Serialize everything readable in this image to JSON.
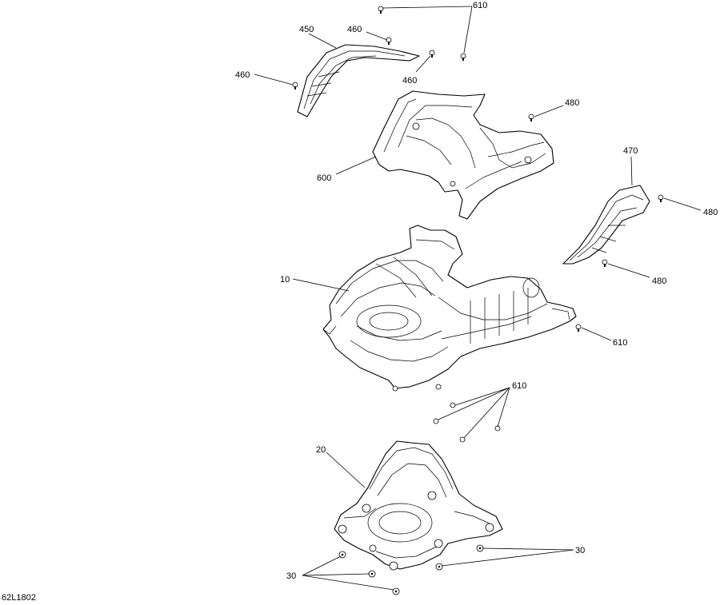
{
  "diagram": {
    "drawing_code": "62L1802",
    "callouts": [
      {
        "id": "c610-top",
        "label": "610"
      },
      {
        "id": "c450",
        "label": "450"
      },
      {
        "id": "c460-a",
        "label": "460"
      },
      {
        "id": "c460-b",
        "label": "460"
      },
      {
        "id": "c460-c",
        "label": "460"
      },
      {
        "id": "c480-a",
        "label": "480"
      },
      {
        "id": "c600",
        "label": "600"
      },
      {
        "id": "c470",
        "label": "470"
      },
      {
        "id": "c480-b",
        "label": "480"
      },
      {
        "id": "c480-c",
        "label": "480"
      },
      {
        "id": "c10",
        "label": "10"
      },
      {
        "id": "c610-mid",
        "label": "610"
      },
      {
        "id": "c610-low",
        "label": "610"
      },
      {
        "id": "c20",
        "label": "20"
      },
      {
        "id": "c30-right",
        "label": "30"
      },
      {
        "id": "c30-left",
        "label": "30"
      }
    ]
  }
}
